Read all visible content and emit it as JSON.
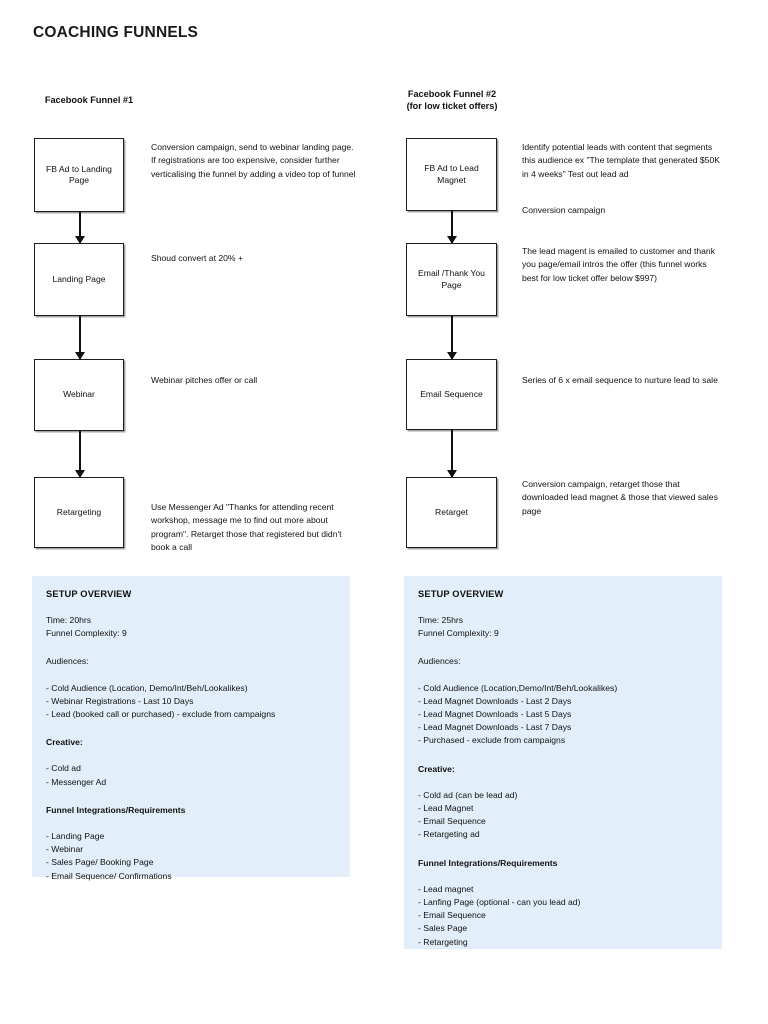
{
  "document": {
    "title": "COACHING FUNNELS"
  },
  "columns": [
    {
      "id": "funnel-1",
      "header": "Facebook Funnel\n#1",
      "nodes": [
        {
          "label": "FB Ad to Landing Page",
          "annotation": "Conversion campaign, send to webinar landing page. If registrations are too expensive, consider further verticalising the funnel by adding a video top of funnel"
        },
        {
          "label": "Landing Page",
          "annotation": "Shoud convert at 20% +"
        },
        {
          "label": "Webinar",
          "annotation": "Webinar pitches offer or call"
        },
        {
          "label": "Retargeting",
          "annotation": "Use Messenger Ad \"Thanks for attending recent workshop, message me to find out more about program\". Retarget those that registered but didn't book a call"
        }
      ],
      "panel": {
        "heading": "SETUP OVERVIEW",
        "time_label": "Time: 20hrs",
        "complexity_label": "Funnel Complexity: 9",
        "audiences_label": "Audiences:",
        "audiences": [
          "- Cold Audience (Location, Demo/Int/Beh/Lookalikes)",
          "- Webinar Registrations - Last 10 Days",
          "- Lead (booked call or purchased) - exclude from campaigns"
        ],
        "creative_label": "Creative:",
        "creative": [
          "- Cold ad",
          "- Messenger Ad"
        ],
        "integrations_label": "Funnel Integrations/Requirements",
        "integrations": [
          "- Landing Page",
          "- Webinar",
          "- Sales Page/ Booking Page",
          "- Email Sequence/ Confirmations"
        ]
      }
    },
    {
      "id": "funnel-2",
      "header": "Facebook Funnel\n#2 (for low ticket\noffers)",
      "nodes": [
        {
          "label": "FB Ad to Lead Magnet",
          "annotation": "Identify potential leads with content that segments this audience ex \"The template that generated $50K in 4 weeks\"  Test out lead ad",
          "annotation_extra": "Conversion campaign"
        },
        {
          "label": "Email /Thank You Page",
          "annotation": "The lead magent is emailed to customer and thank you page/email intros the offer (this funnel works best for low ticket offer below $997)"
        },
        {
          "label": "Email Sequence",
          "annotation": "Series of 6 x email sequence to nurture lead to sale"
        },
        {
          "label": "Retarget",
          "annotation": "Conversion campaign, retarget those that downloaded lead magnet & those that viewed sales page"
        }
      ],
      "panel": {
        "heading": "SETUP OVERVIEW",
        "time_label": "Time: 25hrs",
        "complexity_label": "Funnel Complexity: 9",
        "audiences_label": "Audiences:",
        "audiences": [
          "- Cold Audience (Location,Demo/Int/Beh/Lookalikes)",
          "- Lead Magnet Downloads - Last 2 Days",
          "- Lead Magnet Downloads - Last 5 Days",
          "- Lead Magnet Downloads - Last 7 Days",
          "- Purchased - exclude from campaigns"
        ],
        "creative_label": "Creative:",
        "creative": [
          "- Cold ad (can be lead ad)",
          "- Lead Magnet",
          "- Email Sequence",
          "- Retargeting ad"
        ],
        "integrations_label": "Funnel Integrations/Requirements",
        "integrations": [
          "- Lead magnet",
          "- Lanfing Page (optional - can you lead ad)",
          "- Email Sequence",
          "- Sales Page",
          "- Retargeting"
        ]
      }
    }
  ],
  "colors": {
    "panel_background": "#e2effa",
    "node_border": "#1d1d1d",
    "text": "#111111"
  }
}
